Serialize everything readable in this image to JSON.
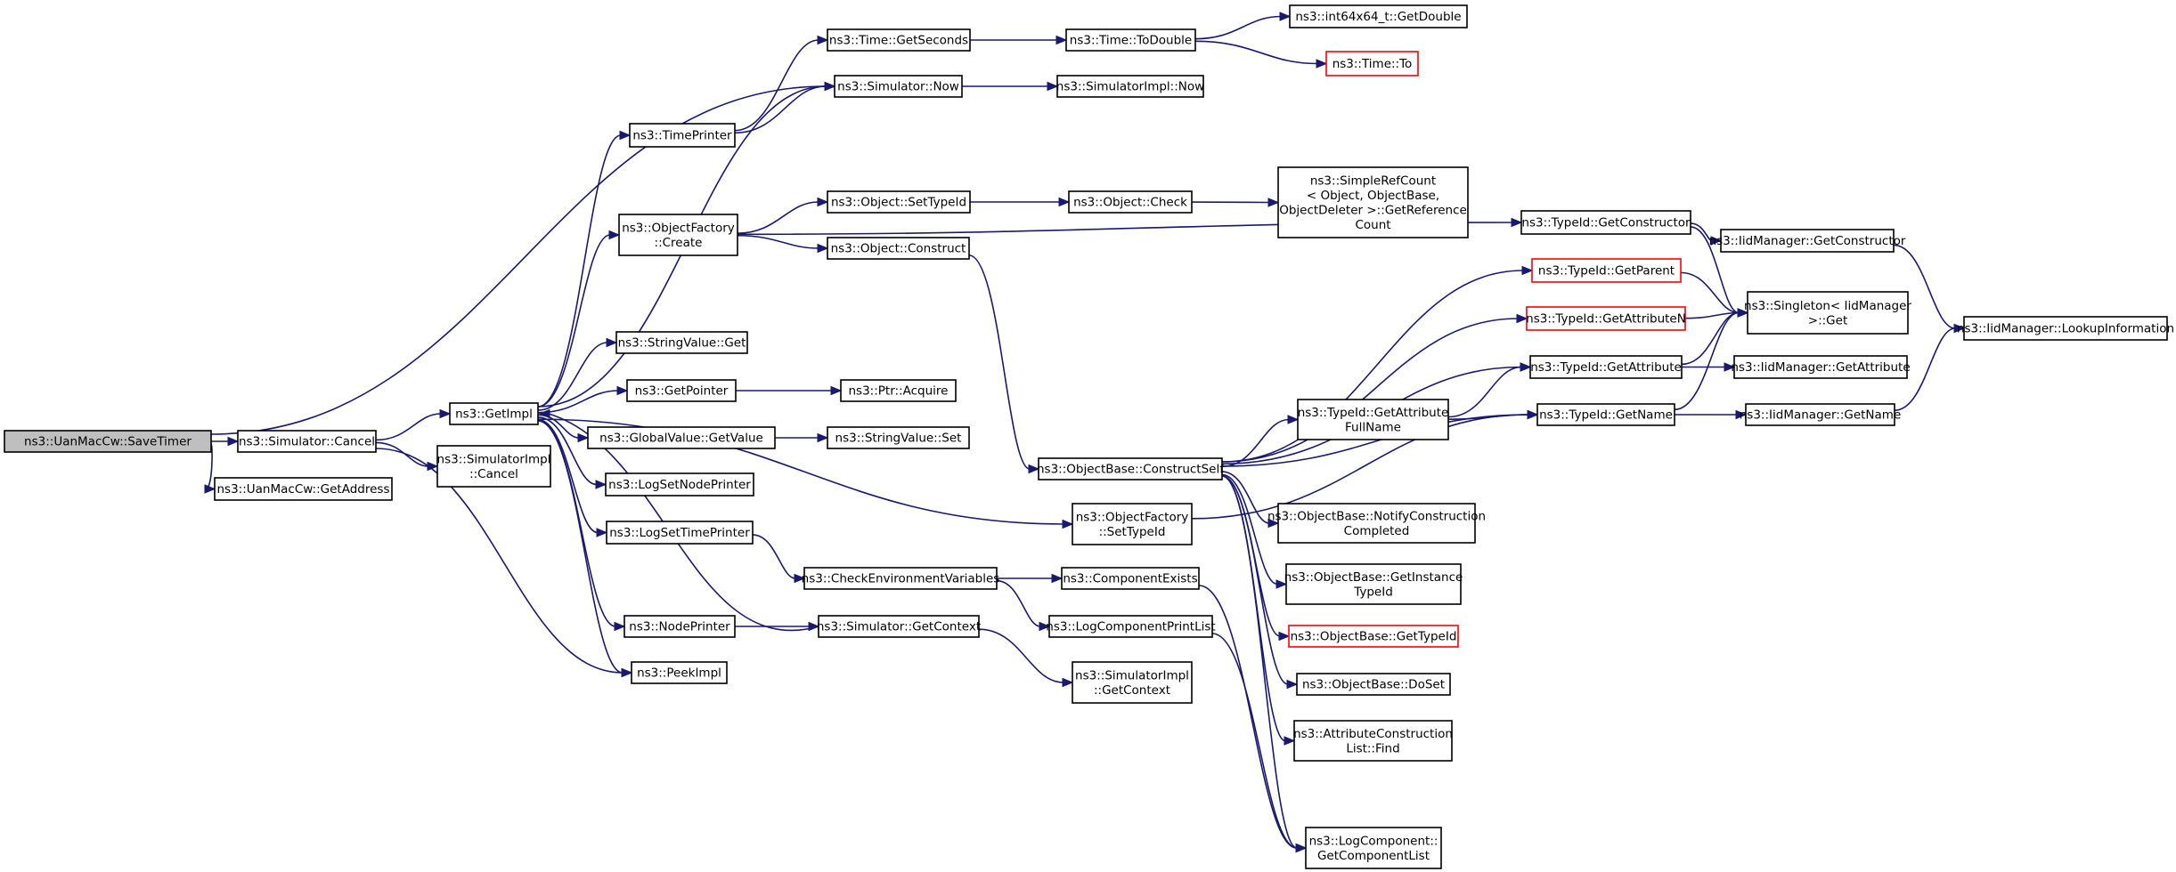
{
  "colors": {
    "edge": "#191970",
    "missing_border": "#ff0000",
    "root_fill": "#bfbfbf"
  },
  "nodes": [
    {
      "id": "savetimer",
      "lines": [
        "ns3::UanMacCw::SaveTimer"
      ],
      "root": true
    },
    {
      "id": "sim_cancel",
      "lines": [
        "ns3::Simulator::Cancel"
      ]
    },
    {
      "id": "getaddress",
      "lines": [
        "ns3::UanMacCw::GetAddress"
      ]
    },
    {
      "id": "getimpl",
      "lines": [
        "ns3::GetImpl"
      ]
    },
    {
      "id": "simimpl_cancel",
      "lines": [
        "ns3::SimulatorImpl",
        "::Cancel"
      ]
    },
    {
      "id": "timeprinter",
      "lines": [
        "ns3::TimePrinter"
      ]
    },
    {
      "id": "objfactory_create",
      "lines": [
        "ns3::ObjectFactory",
        "::Create"
      ]
    },
    {
      "id": "stringvalue_get",
      "lines": [
        "ns3::StringValue::Get"
      ]
    },
    {
      "id": "getpointer",
      "lines": [
        "ns3::GetPointer"
      ]
    },
    {
      "id": "globalvalue_getvalue",
      "lines": [
        "ns3::GlobalValue::GetValue"
      ]
    },
    {
      "id": "logsetnodeprinter",
      "lines": [
        "ns3::LogSetNodePrinter"
      ]
    },
    {
      "id": "logsettimeprinter",
      "lines": [
        "ns3::LogSetTimePrinter"
      ]
    },
    {
      "id": "nodeprinter",
      "lines": [
        "ns3::NodePrinter"
      ]
    },
    {
      "id": "peekimpl",
      "lines": [
        "ns3::PeekImpl"
      ]
    },
    {
      "id": "time_getseconds",
      "lines": [
        "ns3::Time::GetSeconds"
      ]
    },
    {
      "id": "sim_now",
      "lines": [
        "ns3::Simulator::Now"
      ]
    },
    {
      "id": "obj_settypeid",
      "lines": [
        "ns3::Object::SetTypeId"
      ]
    },
    {
      "id": "obj_construct",
      "lines": [
        "ns3::Object::Construct"
      ]
    },
    {
      "id": "ptr_acquire",
      "lines": [
        "ns3::Ptr::Acquire"
      ]
    },
    {
      "id": "stringvalue_set",
      "lines": [
        "ns3::StringValue::Set"
      ]
    },
    {
      "id": "checkenv",
      "lines": [
        "ns3::CheckEnvironmentVariables"
      ]
    },
    {
      "id": "sim_getcontext",
      "lines": [
        "ns3::Simulator::GetContext"
      ]
    },
    {
      "id": "time_todouble",
      "lines": [
        "ns3::Time::ToDouble"
      ]
    },
    {
      "id": "simimpl_now",
      "lines": [
        "ns3::SimulatorImpl::Now"
      ]
    },
    {
      "id": "obj_check",
      "lines": [
        "ns3::Object::Check"
      ]
    },
    {
      "id": "objbase_constructself",
      "lines": [
        "ns3::ObjectBase::ConstructSelf"
      ]
    },
    {
      "id": "objfactory_settypeid",
      "lines": [
        "ns3::ObjectFactory",
        "::SetTypeId"
      ]
    },
    {
      "id": "componentexists",
      "lines": [
        "ns3::ComponentExists"
      ]
    },
    {
      "id": "logcomponentprintlist",
      "lines": [
        "ns3::LogComponentPrintList"
      ]
    },
    {
      "id": "simimpl_getcontext",
      "lines": [
        "ns3::SimulatorImpl",
        "::GetContext"
      ]
    },
    {
      "id": "int64_getdouble",
      "lines": [
        "ns3::int64x64_t::GetDouble"
      ]
    },
    {
      "id": "time_to",
      "lines": [
        "ns3::Time::To"
      ],
      "red": true
    },
    {
      "id": "simplerefcount",
      "lines": [
        "ns3::SimpleRefCount",
        "< Object, ObjectBase,",
        "ObjectDeleter >::GetReference",
        "Count"
      ]
    },
    {
      "id": "typeid_getattrfullname",
      "lines": [
        "ns3::TypeId::GetAttribute",
        "FullName"
      ]
    },
    {
      "id": "objbase_notify",
      "lines": [
        "ns3::ObjectBase::NotifyConstruction",
        "Completed"
      ]
    },
    {
      "id": "objbase_getinstance",
      "lines": [
        "ns3::ObjectBase::GetInstance",
        "TypeId"
      ]
    },
    {
      "id": "objbase_gettypeid",
      "lines": [
        "ns3::ObjectBase::GetTypeId"
      ],
      "red": true
    },
    {
      "id": "objbase_doset",
      "lines": [
        "ns3::ObjectBase::DoSet"
      ]
    },
    {
      "id": "attrconstruction_find",
      "lines": [
        "ns3::AttributeConstruction",
        "List::Find"
      ]
    },
    {
      "id": "logcomponent_getlist",
      "lines": [
        "ns3::LogComponent::",
        "GetComponentList"
      ]
    },
    {
      "id": "typeid_getconstructor",
      "lines": [
        "ns3::TypeId::GetConstructor"
      ]
    },
    {
      "id": "typeid_getparent",
      "lines": [
        "ns3::TypeId::GetParent"
      ],
      "red": true
    },
    {
      "id": "typeid_getattributen",
      "lines": [
        "ns3::TypeId::GetAttributeN"
      ],
      "red": true
    },
    {
      "id": "typeid_getattribute",
      "lines": [
        "ns3::TypeId::GetAttribute"
      ]
    },
    {
      "id": "typeid_getname",
      "lines": [
        "ns3::TypeId::GetName"
      ]
    },
    {
      "id": "iidmanager_getconstructor",
      "lines": [
        "ns3::IidManager::GetConstructor"
      ]
    },
    {
      "id": "singleton_get",
      "lines": [
        "ns3::Singleton< IidManager",
        ">::Get"
      ]
    },
    {
      "id": "iidmanager_getattribute",
      "lines": [
        "ns3::IidManager::GetAttribute"
      ]
    },
    {
      "id": "iidmanager_getname",
      "lines": [
        "ns3::IidManager::GetName"
      ]
    },
    {
      "id": "iidmanager_lookup",
      "lines": [
        "ns3::IidManager::LookupInformation"
      ]
    }
  ],
  "edges": [
    [
      "savetimer",
      "sim_cancel"
    ],
    [
      "savetimer",
      "getaddress"
    ],
    [
      "savetimer",
      "sim_now"
    ],
    [
      "sim_cancel",
      "getimpl"
    ],
    [
      "sim_cancel",
      "simimpl_cancel"
    ],
    [
      "sim_cancel",
      "peekimpl"
    ],
    [
      "getimpl",
      "timeprinter"
    ],
    [
      "getimpl",
      "objfactory_create"
    ],
    [
      "getimpl",
      "stringvalue_get"
    ],
    [
      "getimpl",
      "getpointer"
    ],
    [
      "getimpl",
      "globalvalue_getvalue"
    ],
    [
      "getimpl",
      "logsetnodeprinter"
    ],
    [
      "getimpl",
      "logsettimeprinter"
    ],
    [
      "getimpl",
      "nodeprinter"
    ],
    [
      "getimpl",
      "peekimpl"
    ],
    [
      "getimpl",
      "objfactory_settypeid"
    ],
    [
      "getimpl",
      "sim_now"
    ],
    [
      "timeprinter",
      "time_getseconds"
    ],
    [
      "timeprinter",
      "sim_now"
    ],
    [
      "objfactory_create",
      "obj_settypeid"
    ],
    [
      "objfactory_create",
      "obj_construct"
    ],
    [
      "objfactory_create",
      "typeid_getconstructor"
    ],
    [
      "getpointer",
      "ptr_acquire"
    ],
    [
      "globalvalue_getvalue",
      "stringvalue_set"
    ],
    [
      "logsettimeprinter",
      "checkenv"
    ],
    [
      "nodeprinter",
      "sim_getcontext"
    ],
    [
      "sim_getcontext",
      "getimpl"
    ],
    [
      "sim_getcontext",
      "simimpl_getcontext"
    ],
    [
      "time_getseconds",
      "time_todouble"
    ],
    [
      "sim_now",
      "simimpl_now"
    ],
    [
      "obj_settypeid",
      "obj_check"
    ],
    [
      "obj_construct",
      "objbase_constructself"
    ],
    [
      "checkenv",
      "componentexists"
    ],
    [
      "checkenv",
      "logcomponentprintlist"
    ],
    [
      "time_todouble",
      "int64_getdouble"
    ],
    [
      "time_todouble",
      "time_to"
    ],
    [
      "obj_check",
      "simplerefcount"
    ],
    [
      "objbase_constructself",
      "typeid_getparent"
    ],
    [
      "objbase_constructself",
      "typeid_getattributen"
    ],
    [
      "objbase_constructself",
      "typeid_getattribute"
    ],
    [
      "objbase_constructself",
      "typeid_getattrfullname"
    ],
    [
      "objbase_constructself",
      "typeid_getname"
    ],
    [
      "objbase_constructself",
      "objbase_notify"
    ],
    [
      "objbase_constructself",
      "objbase_getinstance"
    ],
    [
      "objbase_constructself",
      "objbase_gettypeid"
    ],
    [
      "objbase_constructself",
      "objbase_doset"
    ],
    [
      "objbase_constructself",
      "attrconstruction_find"
    ],
    [
      "objbase_constructself",
      "logcomponent_getlist"
    ],
    [
      "objfactory_settypeid",
      "typeid_getname"
    ],
    [
      "componentexists",
      "logcomponent_getlist"
    ],
    [
      "logcomponentprintlist",
      "logcomponent_getlist"
    ],
    [
      "typeid_getattrfullname",
      "typeid_getattribute"
    ],
    [
      "typeid_getattrfullname",
      "typeid_getname"
    ],
    [
      "typeid_getconstructor",
      "iidmanager_getconstructor"
    ],
    [
      "typeid_getconstructor",
      "singleton_get"
    ],
    [
      "typeid_getparent",
      "singleton_get"
    ],
    [
      "typeid_getattributen",
      "singleton_get"
    ],
    [
      "typeid_getattribute",
      "singleton_get"
    ],
    [
      "typeid_getattribute",
      "iidmanager_getattribute"
    ],
    [
      "typeid_getname",
      "singleton_get"
    ],
    [
      "typeid_getname",
      "iidmanager_getname"
    ],
    [
      "iidmanager_getconstructor",
      "iidmanager_lookup"
    ],
    [
      "iidmanager_getname",
      "iidmanager_lookup"
    ]
  ]
}
